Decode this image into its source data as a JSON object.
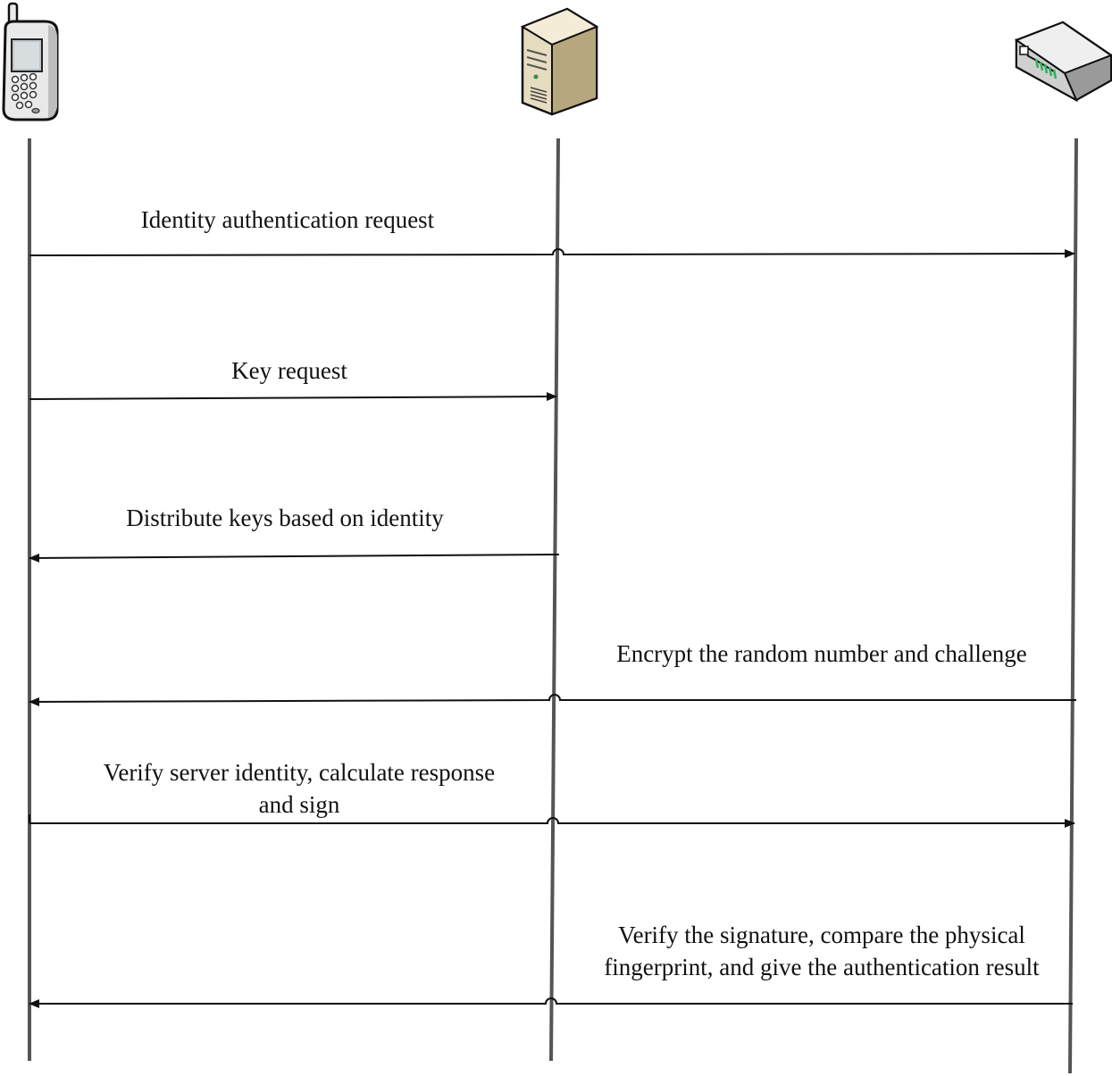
{
  "participants": [
    {
      "id": "mobile",
      "icon": "mobile-phone-icon"
    },
    {
      "id": "server",
      "icon": "server-tower-icon"
    },
    {
      "id": "device",
      "icon": "network-device-icon"
    }
  ],
  "messages": [
    {
      "id": "m1",
      "from": "mobile",
      "to": "device",
      "lines": [
        "Identity authentication request"
      ]
    },
    {
      "id": "m2",
      "from": "mobile",
      "to": "server",
      "lines": [
        "Key request"
      ]
    },
    {
      "id": "m3",
      "from": "server",
      "to": "mobile",
      "lines": [
        "Distribute keys based on identity"
      ]
    },
    {
      "id": "m4",
      "from": "device",
      "to": "mobile",
      "lines": [
        "Encrypt the random number and challenge"
      ]
    },
    {
      "id": "m5",
      "from": "mobile",
      "to": "device",
      "lines": [
        "Verify server identity, calculate response",
        "and sign"
      ]
    },
    {
      "id": "m6",
      "from": "device",
      "to": "mobile",
      "lines": [
        "Verify the signature, compare the physical",
        "fingerprint, and give the authentication result"
      ]
    }
  ],
  "colors": {
    "lifeline": "#555555",
    "arrow": "#111111",
    "text": "#111111",
    "server_body": "#e6dcc0",
    "server_shade": "#b7a77f",
    "device_body": "#d9d9d9",
    "device_shade": "#9a9a9a",
    "device_accent": "#2fae5f",
    "phone_body": "#e9e9e9"
  }
}
